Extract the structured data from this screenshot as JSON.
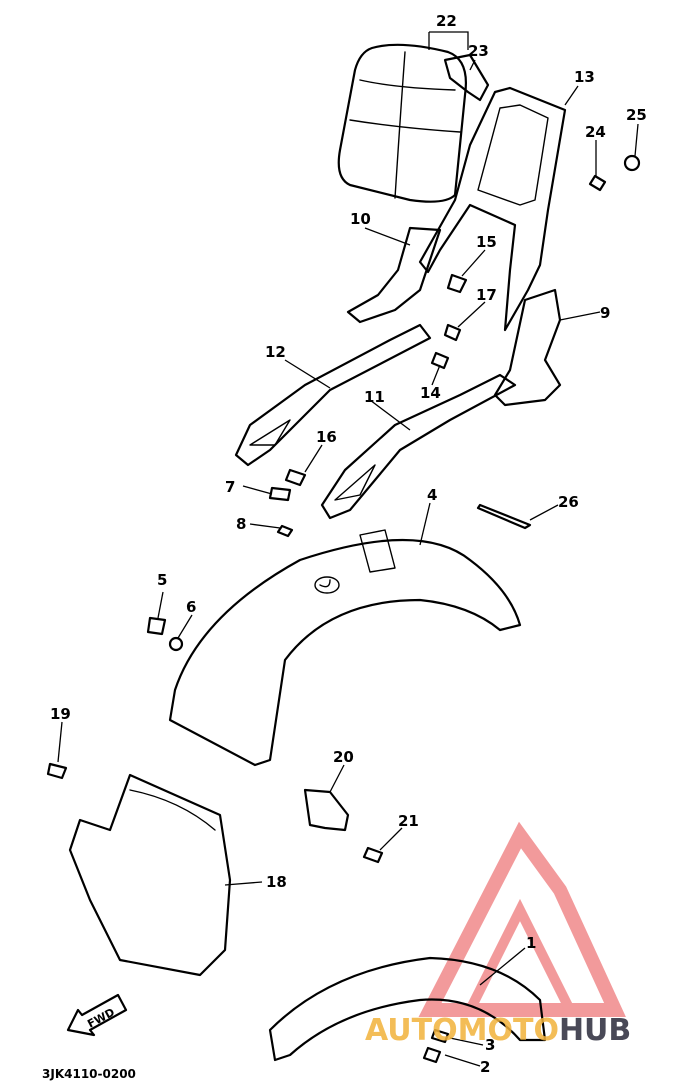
{
  "diagram": {
    "drawing_code": "3JK4110-0200",
    "fwd_label": "FWD",
    "callouts": [
      "1",
      "2",
      "3",
      "4",
      "5",
      "6",
      "7",
      "8",
      "9",
      "10",
      "11",
      "12",
      "13",
      "14",
      "15",
      "16",
      "17",
      "18",
      "19",
      "20",
      "21",
      "22",
      "23",
      "24",
      "25",
      "26"
    ]
  },
  "watermark": {
    "text_part1": "AUTOMOTO",
    "text_part2": "HUB",
    "color_primary": "#e8484a",
    "color_secondary": "#f2b23a"
  }
}
